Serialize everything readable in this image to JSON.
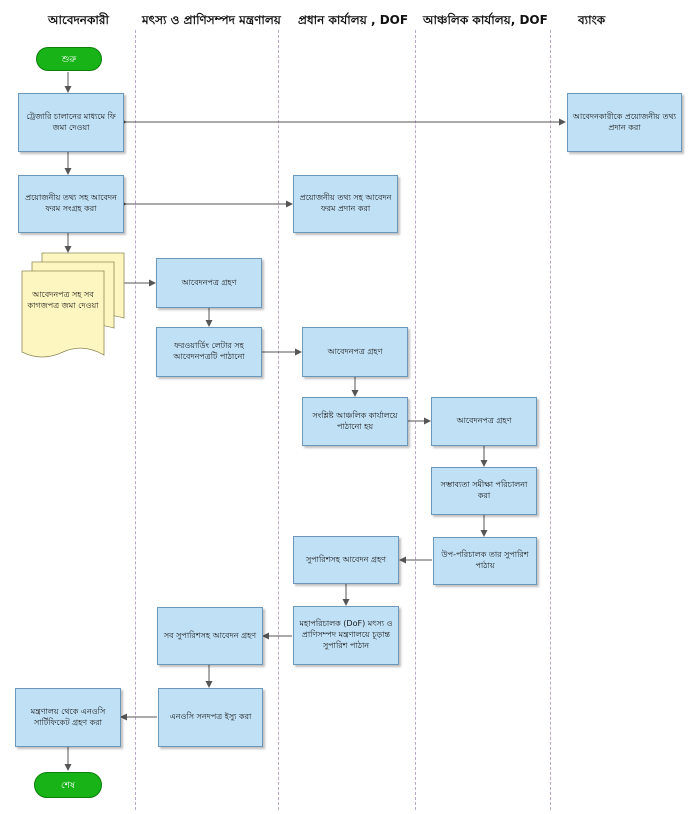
{
  "lanes": {
    "applicant": "আবেদনকারী",
    "ministry": "মৎস্য ও প্রাণিসম্পদ মন্ত্রণালয়",
    "head_office": "প্রধান কার্যালয় , DOF",
    "regional_office": "আঞ্চলিক কার্যালয়, DOF",
    "bank": "ব্যাংক"
  },
  "nodes": {
    "start": "শুরু",
    "treasury_fee": "ট্রেজারি চালানের মাধ্যমে ফি জমা দেওয়া",
    "bank_info": "আবেদনকারীকে প্রয়োজনীয় তথ্য প্রদান করা",
    "collect_form": "প্রয়োজনীয় তথ্য সহ আবেদন ফরম সংগ্রহ করা",
    "provide_form": "প্রয়োজনীয় তথ্য সহ আবেদন ফরম প্রদান করা",
    "submit_docs": "আবেদনপত্র সহ সব কাগজপত্র জমা দেওয়া",
    "ministry_receive": "আবেদনপত্র গ্রহণ",
    "forward_letter": "ফরওয়ার্ডিং লেটার সহ আবেদনপত্রটি পাঠানো",
    "ho_receive": "আবেদনপত্র গ্রহণ",
    "send_regional": "সংশ্লিষ্ট আঞ্চলিক কার্যালয়ে পাঠানো হয়",
    "regional_receive": "আবেদনপত্র গ্রহণ",
    "feasibility": "সম্ভাব্যতা সমীক্ষা পরিচালনা করা",
    "deputy_recommend": "উপ-পরিচালক তার সুপারিশ পাঠায়",
    "ho_receive_rec": "সুপারিশসহ আবেদন গ্রহণ",
    "dg_recommend": "মহাপরিচালক (DoF) মৎস্য ও প্রাণিসম্পদ মন্ত্রণালয়ে চূড়ান্ত সুপারিশ পাঠান",
    "ministry_receive_rec": "সব সুপারিশসহ আবেদন গ্রহণ",
    "issue_noc": "এনওসি সনদপত্র ইস্যু করা",
    "receive_noc": "মন্ত্রণালয় থেকে এনওসি সার্টিফিকেট গ্রহণ করা",
    "end": "শেষ"
  },
  "colors": {
    "process_fill": "#bfe0f5",
    "process_border": "#6d97b8",
    "terminal_fill": "#17b317",
    "document_fill": "#fdf6c0",
    "connector": "#555555",
    "lane_divider": "#b9a9c9"
  }
}
